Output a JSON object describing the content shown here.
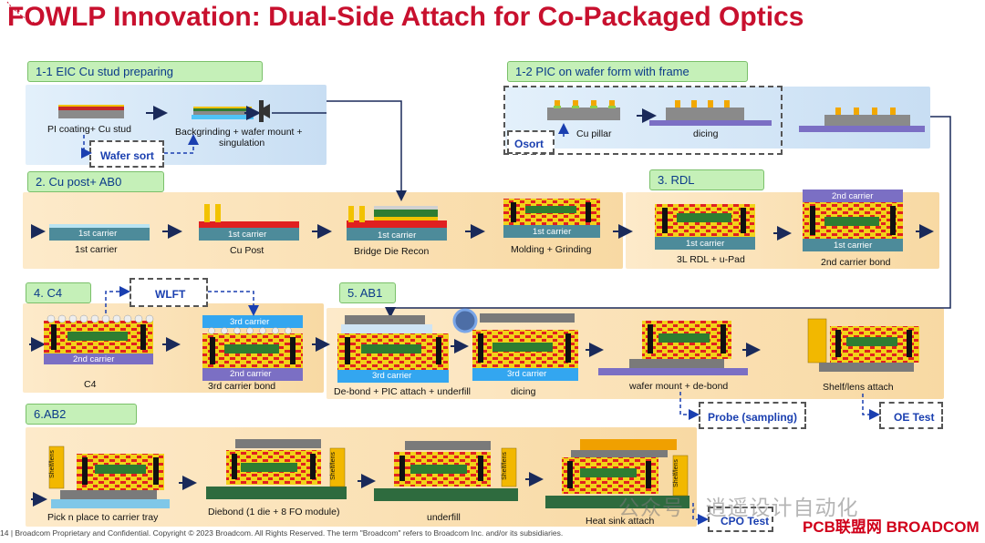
{
  "title": "FOWLP Innovation: Dual-Side Attach for Co-Packaged Optics",
  "sections": {
    "s11": "1-1 EIC Cu stud preparing",
    "s12": "1-2 PIC on wafer form with frame",
    "s2": "2. Cu post+ AB0",
    "s3": "3. RDL",
    "s4": "4. C4",
    "s5": "5. AB1",
    "s6": "6.AB2"
  },
  "dashed": {
    "wafer_sort": "Wafer sort",
    "osort": "Osort",
    "wlft": "WLFT",
    "probe": "Probe (sampling)",
    "oe_test": "OE Test",
    "cpo_test": "CPO Test"
  },
  "captions": {
    "pi_coating": "PI coating+ Cu stud",
    "backgrinding": "Backgrinding + wafer mount +",
    "singulation": "singulation",
    "cu_pillar": "Cu pillar",
    "dicing_pic": "dicing",
    "carrier1": "1st carrier",
    "cu_post": "Cu Post",
    "bridge_recon": "Bridge Die Recon",
    "molding": "Molding + Grinding",
    "rdl": "3L RDL + u-Pad",
    "carrier2_bond": "2nd carrier bond",
    "c4": "C4",
    "carrier3_bond": "3rd carrier bond",
    "debond": "De-bond + PIC attach + underfill",
    "dicing5": "dicing",
    "wafer_mount": "wafer mount + de-bond",
    "shelf_lens": "Shelf/lens attach",
    "pick_place": "Pick n place to carrier tray",
    "diebond": "Diebond (1 die + 8 FO module)",
    "underfill": "underfill",
    "heat_sink": "Heat sink attach"
  },
  "carriers": {
    "c1": "1st carrier",
    "c2": "2nd carrier",
    "c3": "3rd carrier"
  },
  "shelf": "Shelf/lens",
  "footer": "14   |   Broadcom Proprietary and Confidential.  Copyright © 2023 Broadcom.  All Rights Reserved. The term \"Broadcom\" refers to Broadcom Inc. and/or its subsidiaries.",
  "watermark": "公众号 · 逍遥设计自动化",
  "logo": "PCB联盟网 BROADCOM"
}
